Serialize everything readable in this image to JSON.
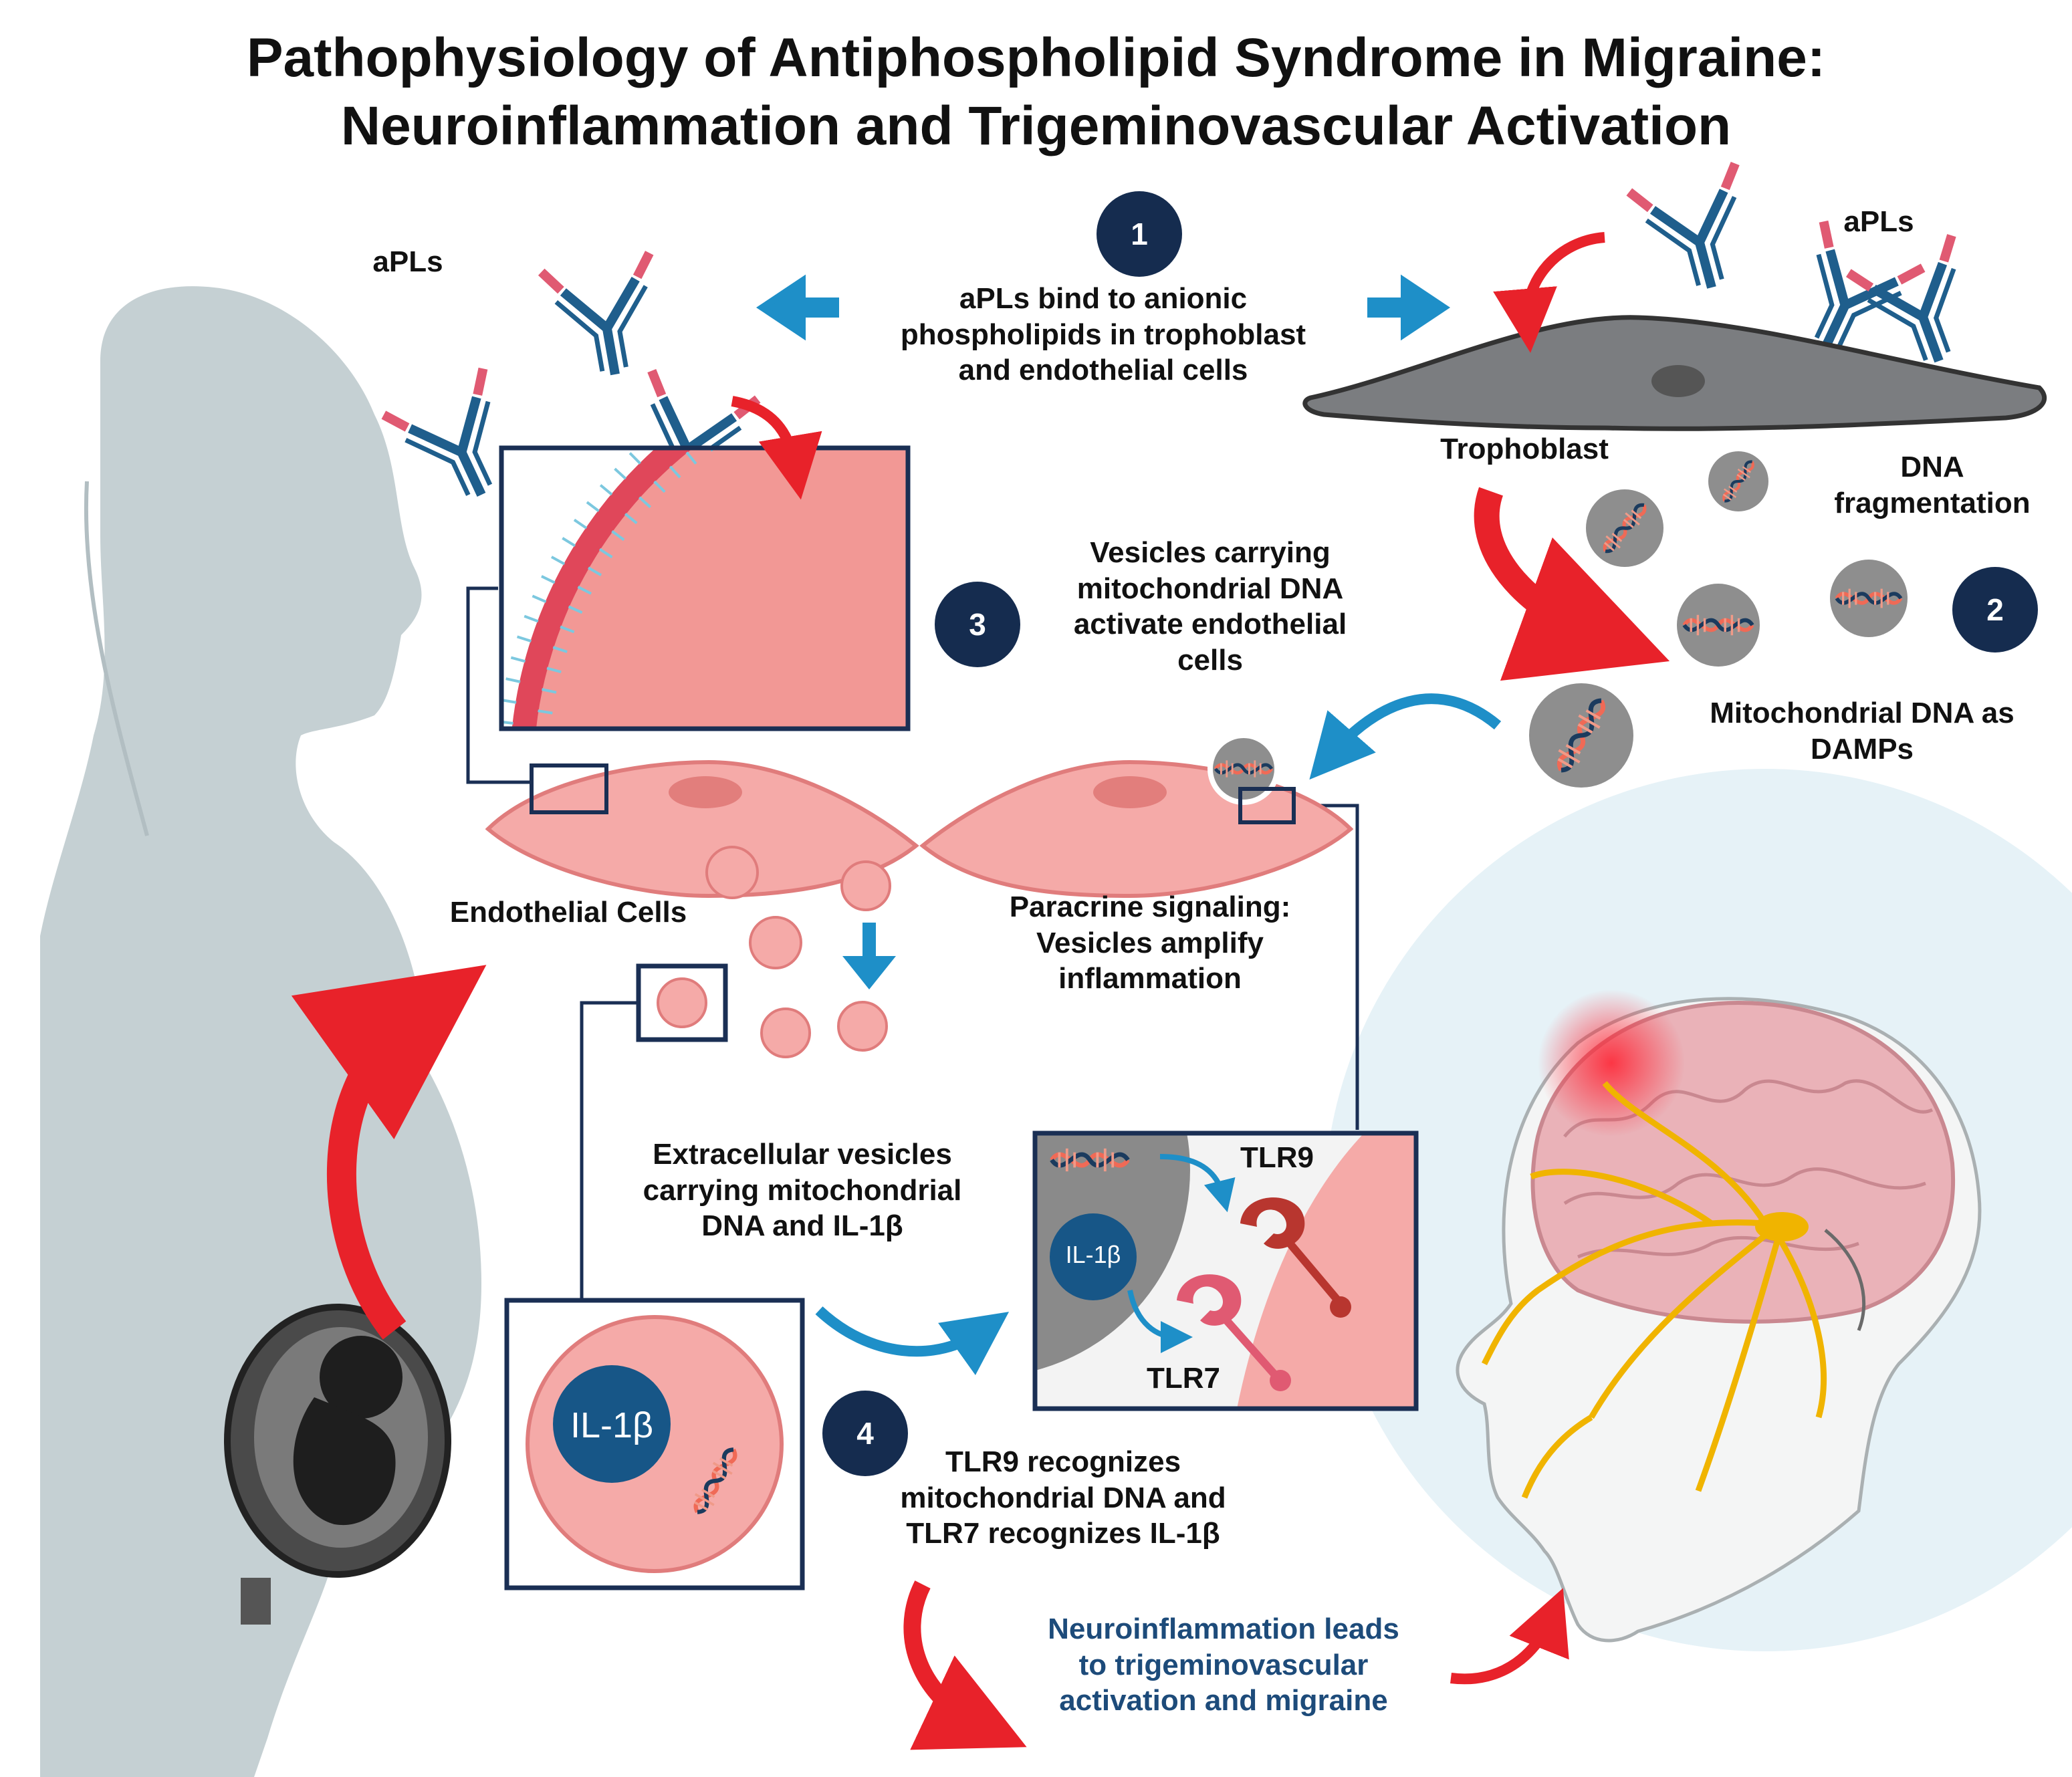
{
  "title": {
    "line1": "Pathophysiology of Antiphospholipid Syndrome in Migraine:",
    "line2": "Neuroinflammation and Trigeminovascular Activation"
  },
  "steps": [
    {
      "number": "1",
      "text": "aPLs bind to anionic\nphospholipids in trophoblast\nand endothelial cells"
    },
    {
      "number": "2",
      "text": "Mitochondrial DNA as\nDAMPs"
    },
    {
      "number": "3",
      "text": "Vesicles carrying\nmitochondrial DNA\nactivate endothelial\ncells"
    },
    {
      "number": "4",
      "text": "TLR9 recognizes\nmitochondrial DNA and\nTLR7 recognizes IL-1β"
    }
  ],
  "labels": {
    "apls_left": "aPLs",
    "apls_right": "aPLs",
    "trophoblast": "Trophoblast",
    "dna_fragmentation": "DNA\nfragmentation",
    "endothelial_cells": "Endothelial Cells",
    "paracrine": "Paracrine signaling:\nVesicles amplify\ninflammation",
    "extracellular_vesicles": "Extracellular vesicles\ncarrying mitochondrial\nDNA and IL-1β",
    "tlr9": "TLR9",
    "tlr7": "TLR7",
    "il1b_small": "IL-1β",
    "il1b_large": "IL-1β",
    "conclusion": "Neuroinflammation leads\nto trigeminovascular\nactivation and migraine"
  },
  "colors": {
    "badge": "#152c4f",
    "arrow_red": "#e8222a",
    "arrow_blue": "#1e8fc8",
    "antibody": "#1f5e8c",
    "endothelial": "#f5aaa8",
    "silhouette": "#c5d0d3",
    "conclusion_text": "#1d4b7a",
    "nerve": "#f0b400"
  },
  "icons": [
    "antibody-icon",
    "dna-icon",
    "red-arrow-icon",
    "blue-arrow-icon",
    "brain-icon",
    "pregnant-silhouette-icon",
    "fetus-icon"
  ]
}
